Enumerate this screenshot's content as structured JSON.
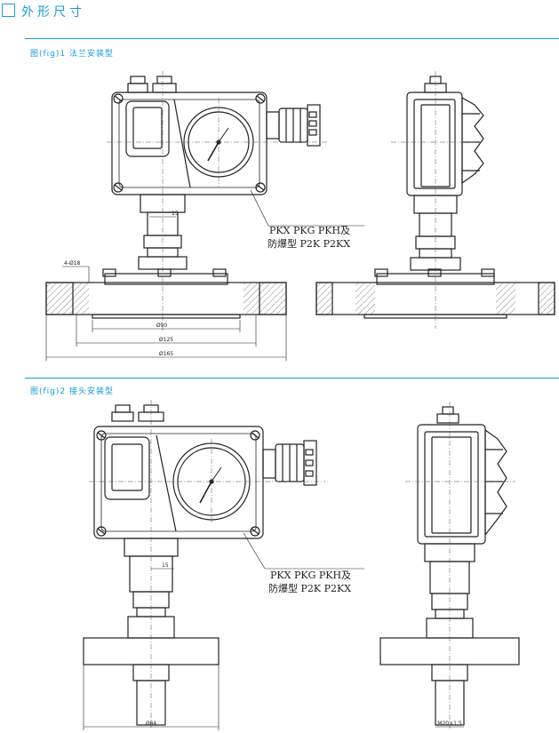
{
  "header": {
    "title": "外形尺寸"
  },
  "figures": [
    {
      "caption": "图(fig)1  法兰安装型",
      "model_line1": "PKX PKG PKH及",
      "model_line2": "防爆型 P2K P2KX",
      "dims": {
        "bolt": "4-Ø18",
        "d1": "Ø90",
        "d2": "Ø125",
        "d3": "Ø165",
        "hex": "15"
      }
    },
    {
      "caption": "图(fig)2  接头安装型",
      "model_line1": "PKX PKG PKH及",
      "model_line2": "防爆型 P2K P2KX",
      "dims": {
        "d1": "Ø84",
        "thread": "M20×1.5",
        "hex": "15"
      }
    }
  ],
  "colors": {
    "accent": "#1a9ad6",
    "line": "#222222"
  }
}
